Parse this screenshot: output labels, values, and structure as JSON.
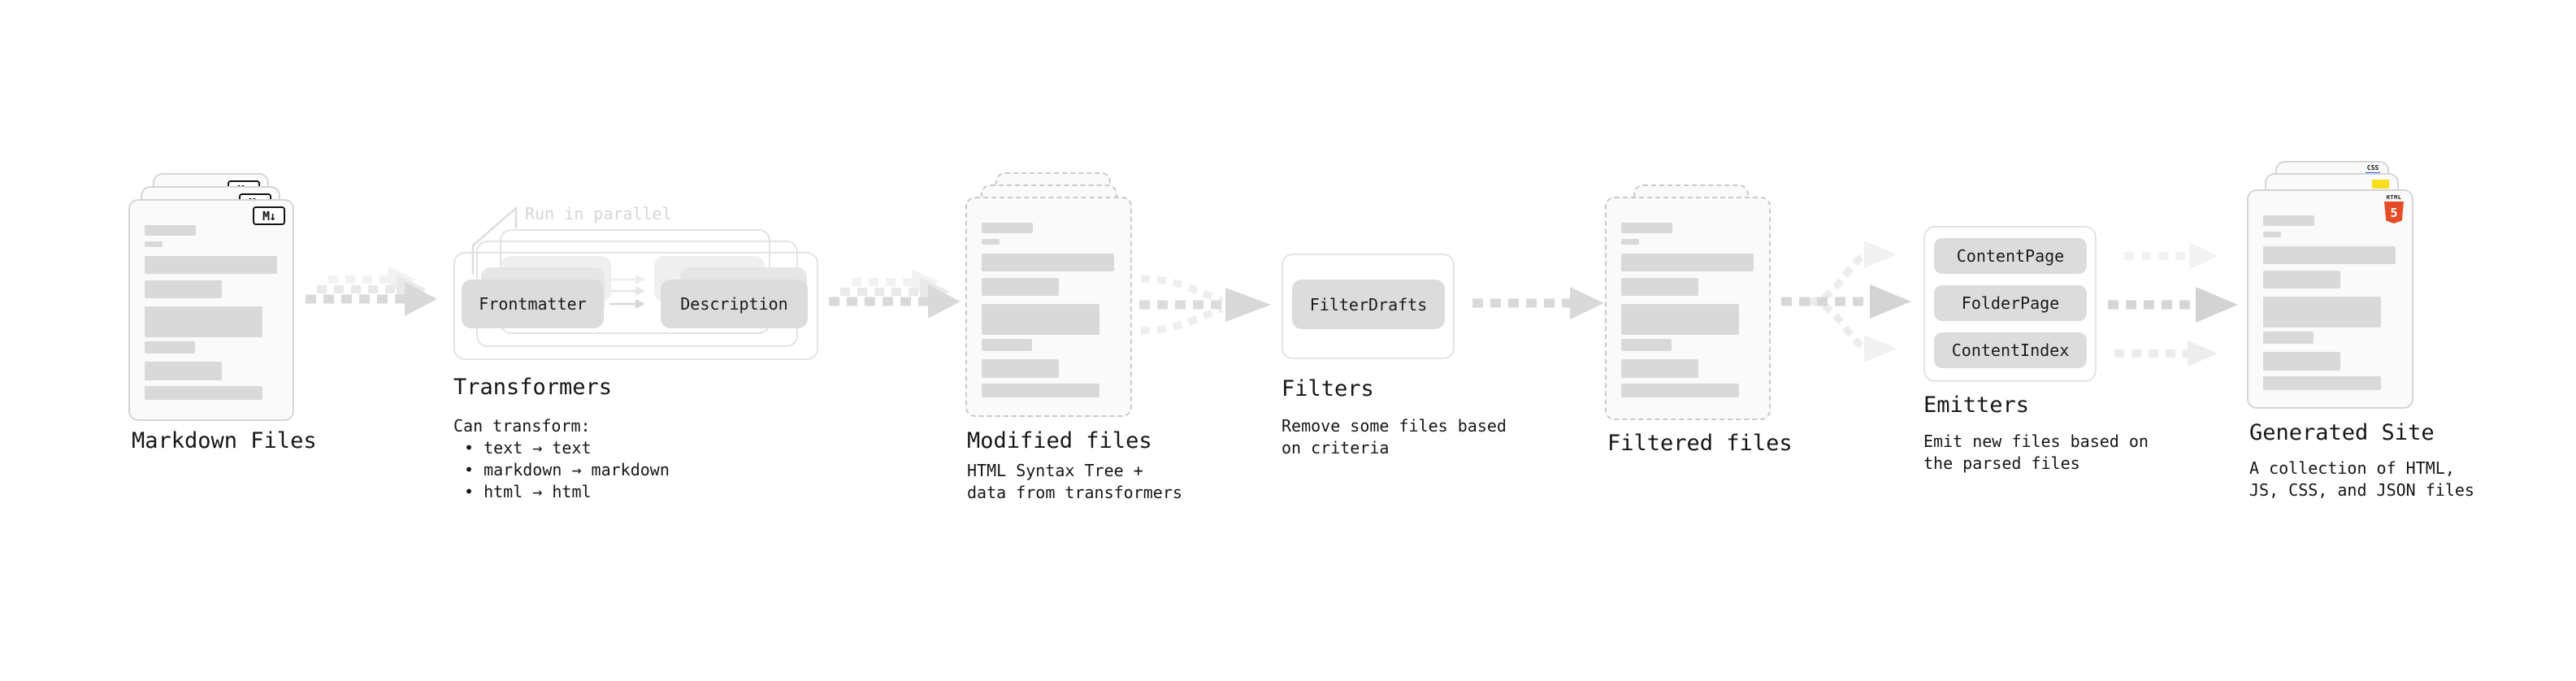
{
  "diagram": {
    "markdown_files": {
      "label": "Markdown Files",
      "badge": "M↓"
    },
    "transformers": {
      "annotation": "Run in parallel",
      "buttons": [
        "Frontmatter",
        "Description"
      ],
      "label": "Transformers",
      "description_heading": "Can transform:",
      "bullets": [
        "• text → text",
        "• markdown → markdown",
        "• html → html"
      ]
    },
    "modified_files": {
      "label": "Modified files",
      "description": [
        "HTML Syntax Tree +",
        "data from transformers"
      ]
    },
    "filters": {
      "buttons": [
        "FilterDrafts"
      ],
      "label": "Filters",
      "description": [
        "Remove some files based",
        "on criteria"
      ]
    },
    "filtered_files": {
      "label": "Filtered files"
    },
    "emitters": {
      "buttons": [
        "ContentPage",
        "FolderPage",
        "ContentIndex"
      ],
      "label": "Emitters",
      "description": [
        "Emit new files based on",
        "the parsed files"
      ]
    },
    "generated_site": {
      "label": "Generated Site",
      "description": [
        "A collection of HTML,",
        "JS, CSS, and JSON files"
      ],
      "badges": {
        "html": "HTML",
        "html_number": "5",
        "css": "CSS"
      }
    }
  },
  "colors": {
    "html5_orange": "#e44d26",
    "js_yellow": "#f7df1e",
    "css_blue": "#2965f1",
    "skeleton_gray": "#d9d9d9",
    "arrow_gray": "#d9d9d9",
    "annotation_gray": "#d6d6d6"
  }
}
